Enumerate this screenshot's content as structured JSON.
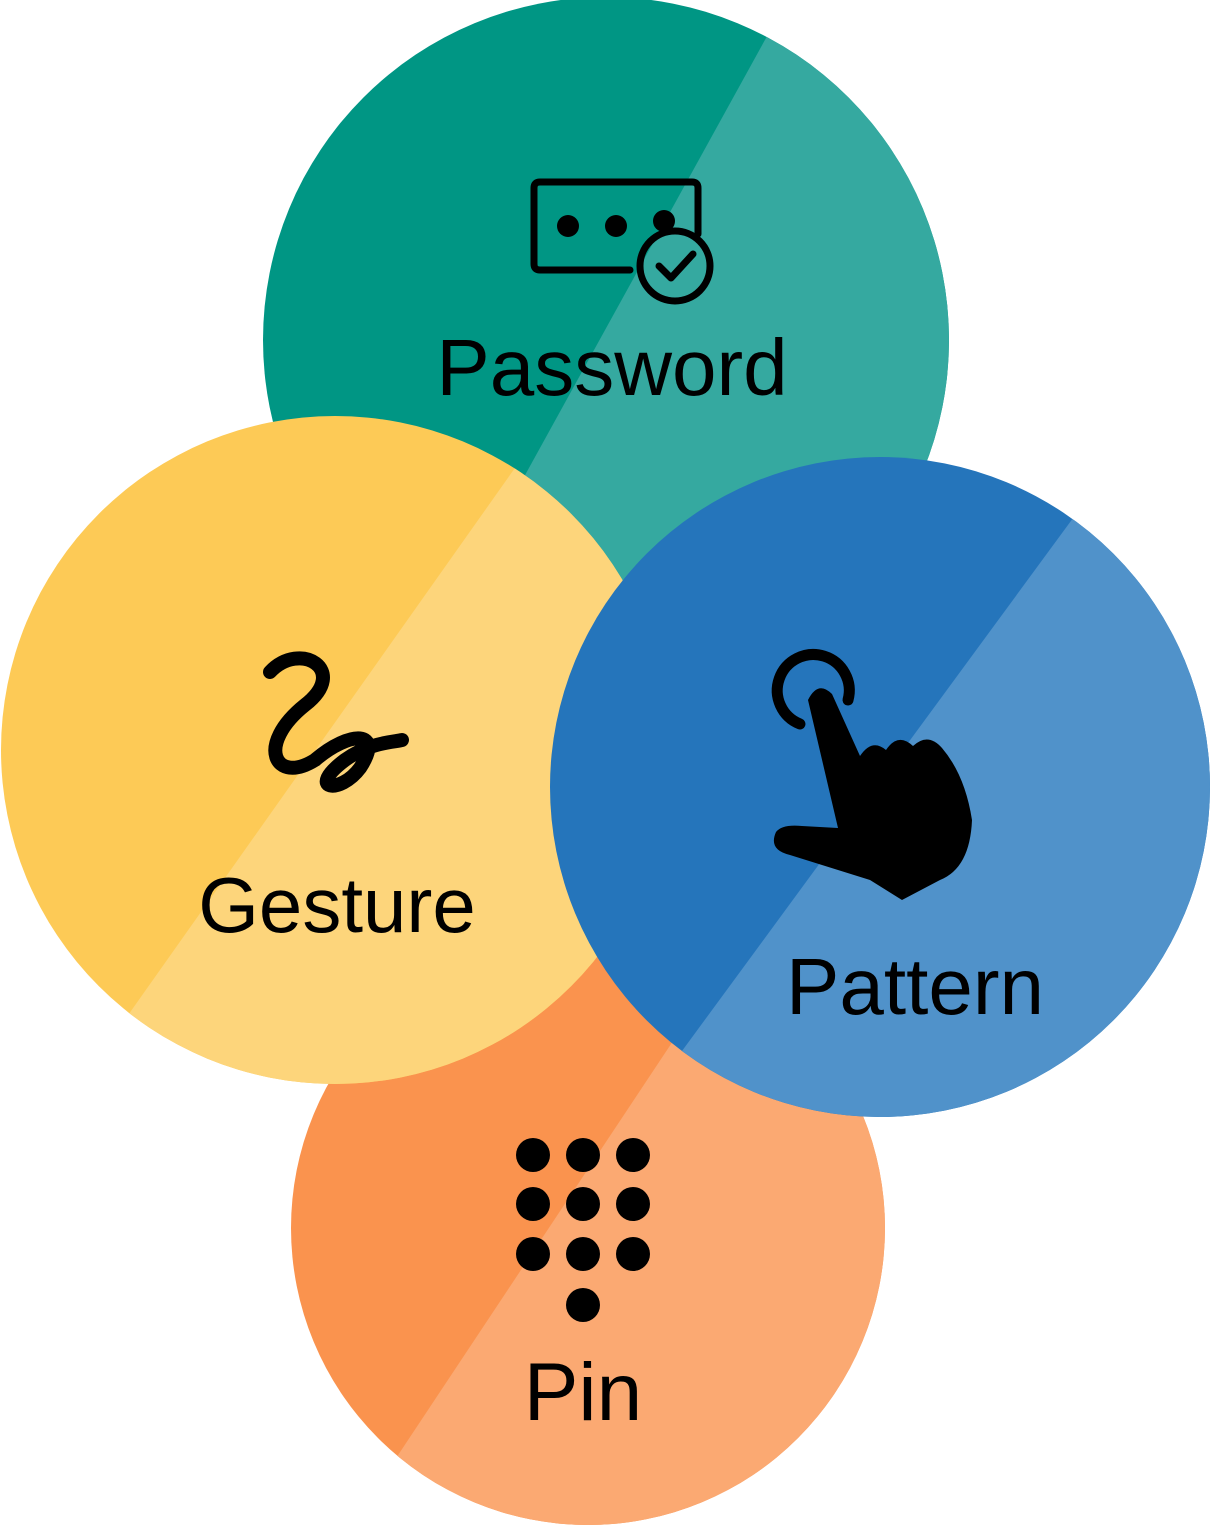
{
  "circles": [
    {
      "id": "password",
      "label": "Password",
      "icon": "password-check-icon",
      "color_dark": "#009684",
      "color_light": "#35a9a0"
    },
    {
      "id": "pin",
      "label": "Pin",
      "icon": "keypad-icon",
      "color_dark": "#fa934e",
      "color_light": "#fba972"
    },
    {
      "id": "gesture",
      "label": "Gesture",
      "icon": "squiggle-gesture-icon",
      "color_dark": "#fdca56",
      "color_light": "#fdd57b"
    },
    {
      "id": "pattern",
      "label": "Pattern",
      "icon": "tap-hand-icon",
      "color_dark": "#2575bb",
      "color_light": "#5092ca"
    }
  ]
}
